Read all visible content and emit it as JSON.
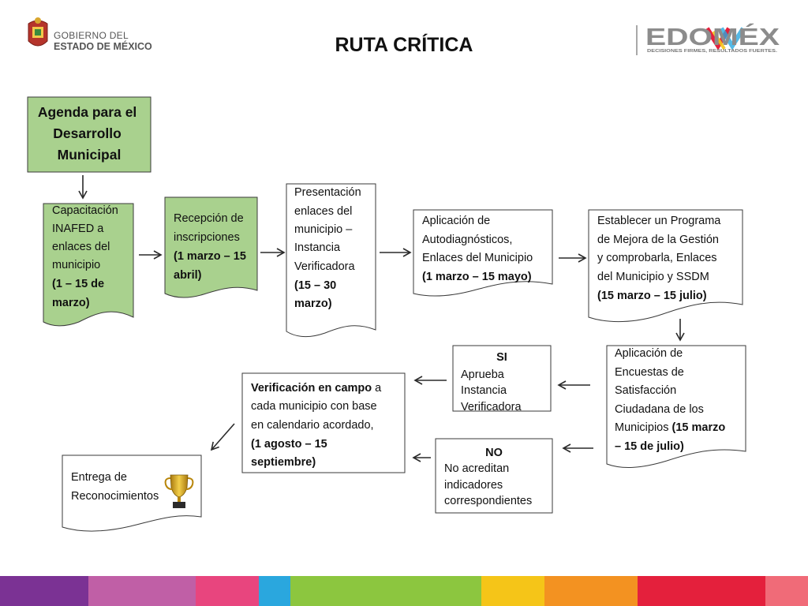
{
  "header": {
    "title": "RUTA CRÍTICA",
    "gobierno_line1": "GOBIERNO DEL",
    "gobierno_line2": "ESTADO DE MÉXICO",
    "edomex_logo": "EDOMÉX",
    "edomex_tagline": "DECISIONES FIRMES, RESULTADOS FUERTES."
  },
  "colors": {
    "green_fill": "#a9d18e",
    "stripe": [
      "#7b3294",
      "#c05fa6",
      "#e8457e",
      "#2aa7de",
      "#8cc63f",
      "#f5c518",
      "#f39221",
      "#e4203c",
      "#f06b78"
    ]
  },
  "nodes": {
    "agenda": {
      "lines": [
        "Agenda para el",
        "Desarrollo",
        "Municipal"
      ]
    },
    "capacitacion": {
      "lines": [
        "Capacitación",
        "INAFED a",
        "enlaces del",
        "municipio"
      ],
      "bold_lines": [
        "(1 – 15 de",
        "marzo)"
      ]
    },
    "recepcion": {
      "lines": [
        "Recepción de",
        "inscripciones"
      ],
      "bold_lines": [
        "(1 marzo – 15",
        "abril)"
      ]
    },
    "presentacion": {
      "lines": [
        "Presentación",
        "enlaces del",
        "municipio –",
        "Instancia",
        "Verificadora"
      ],
      "bold_lines": [
        "(15 – 30",
        "marzo)"
      ]
    },
    "aplicacion_auto": {
      "lines": [
        "Aplicación de",
        "Autodiagnósticos,",
        "Enlaces del Municipio"
      ],
      "bold_lines": [
        "(1 marzo – 15 mayo)"
      ]
    },
    "programa": {
      "lines": [
        "Establecer un Programa",
        "de Mejora de la Gestión",
        "y comprobarla, Enlaces",
        "del Municipio y SSDM"
      ],
      "bold_lines": [
        "(15 marzo – 15 julio)"
      ]
    },
    "encuestas": {
      "lines": [
        "Aplicación  de",
        "Encuestas de",
        "Satisfacción",
        "Ciudadana de los"
      ],
      "line5_normal": "Municipios ",
      "line5_bold": "(15 marzo",
      "line6_bold": "– 15 de julio)"
    },
    "si": {
      "heading": "SI",
      "lines": [
        "Aprueba",
        "Instancia",
        "Verificadora"
      ]
    },
    "no": {
      "heading": "NO",
      "lines": [
        "No acreditan",
        "indicadores",
        "correspondientes"
      ]
    },
    "verificacion": {
      "line1_bold": "Verificación en campo",
      "line1_normal": " a",
      "lines": [
        "cada municipio con base",
        "en calendario acordado,"
      ],
      "bold_lines": [
        "(1 agosto – 15",
        "septiembre)"
      ]
    },
    "entrega": {
      "lines": [
        "Entrega de",
        "Reconocimientos"
      ],
      "icon": "trophy-icon"
    }
  }
}
